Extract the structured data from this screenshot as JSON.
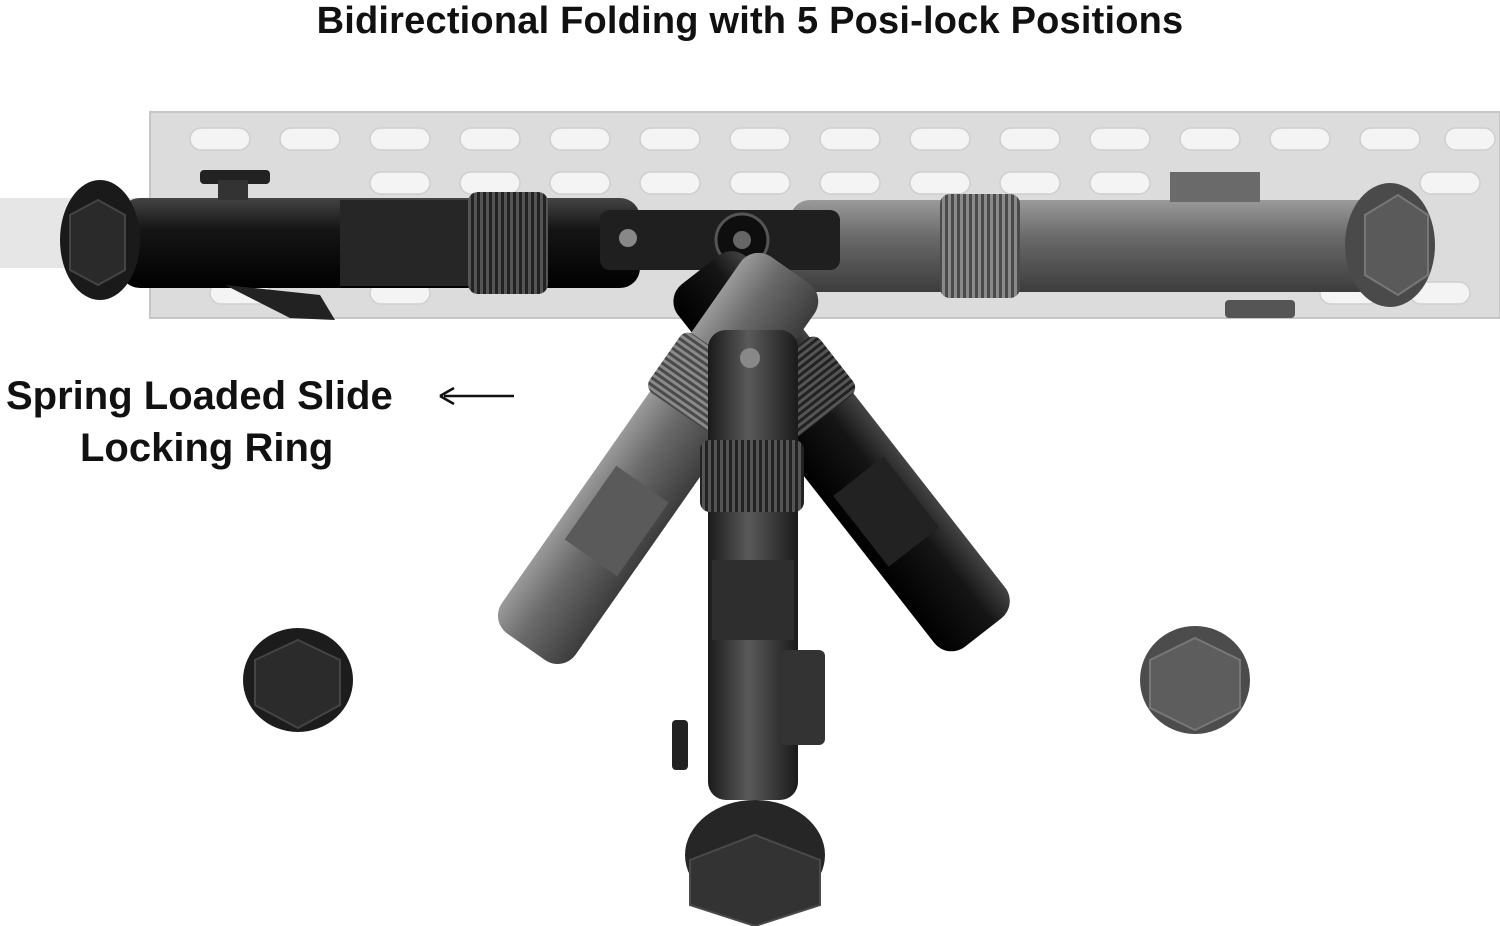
{
  "header": {
    "title": "Bidirectional Folding with 5 Posi-lock Positions"
  },
  "callout": {
    "line1": "Spring Loaded Slide",
    "line2": "Locking Ring"
  },
  "figure": {
    "subject": "bipod-with-5-leg-positions",
    "colors": {
      "rail": "#d9d9d9",
      "dark_leg": "#1c1c1c",
      "grey_leg": "#6b6b6b"
    }
  }
}
